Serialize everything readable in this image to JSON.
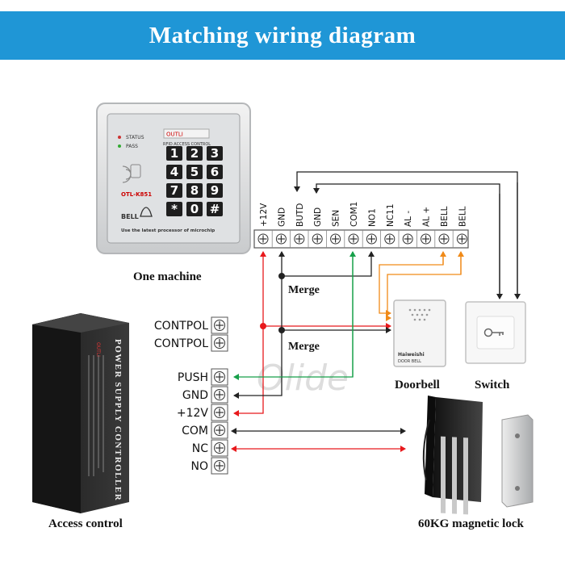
{
  "title": "Matching wiring diagram",
  "watermark": "Olide",
  "labels": {
    "machine": "One machine",
    "access": "Access control",
    "doorbell": "Doorbell",
    "switch": "Switch",
    "lock": "60KG magnetic lock",
    "merge1": "Merge",
    "merge2": "Merge"
  },
  "keypad": {
    "status": "STATUS",
    "pass": "PASS",
    "brand": "OUTLI",
    "model": "OTL-K851",
    "subtitle": "RFID ACCESS CONTROL",
    "bell": "BELL",
    "footer": "Use the latest processor of microchip",
    "keys": [
      "1",
      "2",
      "3",
      "4",
      "5",
      "6",
      "7",
      "8",
      "9",
      "*",
      "0",
      "#"
    ]
  },
  "psu": {
    "title": "POWER SUPPLY CONTROLLER",
    "brand": "OUTLI"
  },
  "doorbell_device": {
    "brand": "Haiweishi",
    "text": "DOOR BELL"
  },
  "terminals_top": [
    "+12V",
    "GND",
    "BUTD",
    "GND",
    "SEN",
    "COM1",
    "NO1",
    "NC11",
    "AL -",
    "AL +",
    "BELL",
    "BELL"
  ],
  "terminals_left_top": [
    "CONTPOL",
    "CONTPOL"
  ],
  "terminals_left": [
    "PUSH",
    "GND",
    "+12V",
    "COM",
    "NC",
    "NO"
  ],
  "colors": {
    "banner": "#1f96d6",
    "red": "#e8191c",
    "green": "#17a04a",
    "orange": "#f08a18",
    "black": "#222222"
  }
}
